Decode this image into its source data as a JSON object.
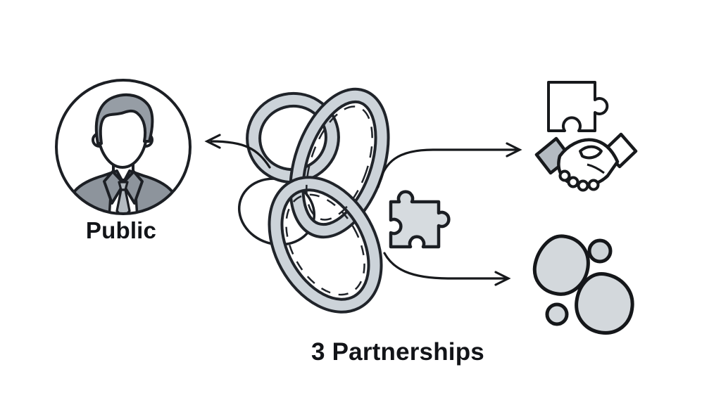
{
  "diagram": {
    "labels": {
      "public": "Public",
      "title": "3 Partnerships"
    },
    "nodes": [
      {
        "id": "public",
        "position": "left",
        "icon": "businessman-avatar-icon",
        "label": "Public"
      },
      {
        "id": "hub",
        "position": "center",
        "icon": "tangle-knot-icon"
      },
      {
        "id": "hub-badge",
        "position": "center-right",
        "icon": "puzzle-piece-icon"
      },
      {
        "id": "partnership",
        "position": "top-right",
        "icons": [
          "puzzle-outline-icon",
          "handshake-icon"
        ]
      },
      {
        "id": "resources",
        "position": "bottom-right",
        "icon": "stones-icon"
      }
    ],
    "arrows": [
      {
        "from": "hub",
        "to": "public",
        "direction": "left"
      },
      {
        "from": "hub",
        "to": "partnership",
        "direction": "upper-right"
      },
      {
        "from": "hub",
        "to": "resources",
        "direction": "lower-right"
      }
    ],
    "colors": {
      "background": "#ffffff",
      "outline": "#1b1e23",
      "ribbon_fill": "#ccd3d9",
      "stone_fill": "#d3d8dc",
      "puzzle_gray_fill": "#d6dbdf",
      "suit_gray": "#8d949c",
      "hair_gray": "#969da5",
      "sleeve_gray": "#b4bbc2",
      "tie_gray": "#b4bbc1",
      "text": "#121418"
    }
  }
}
